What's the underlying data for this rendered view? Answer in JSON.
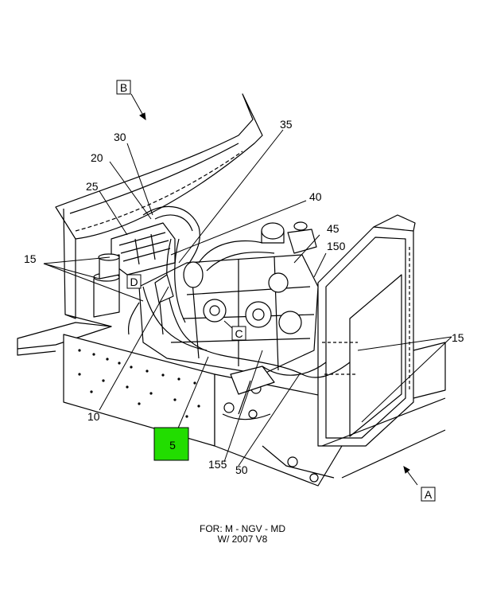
{
  "view_labels": {
    "B": "B",
    "A": "A",
    "C": "C",
    "D": "D"
  },
  "callouts": {
    "c30": "30",
    "c35": "35",
    "c20": "20",
    "c25": "25",
    "c40": "40",
    "c45": "45",
    "c150": "150",
    "c15_left": "15",
    "c15_right": "15",
    "c10": "10",
    "c5": "5",
    "c155": "155",
    "c50": "50"
  },
  "highlight_color": "#22dd00",
  "caption": {
    "line1": "FOR: M - NGV - MD",
    "line2": "W/ 2007 V8"
  }
}
